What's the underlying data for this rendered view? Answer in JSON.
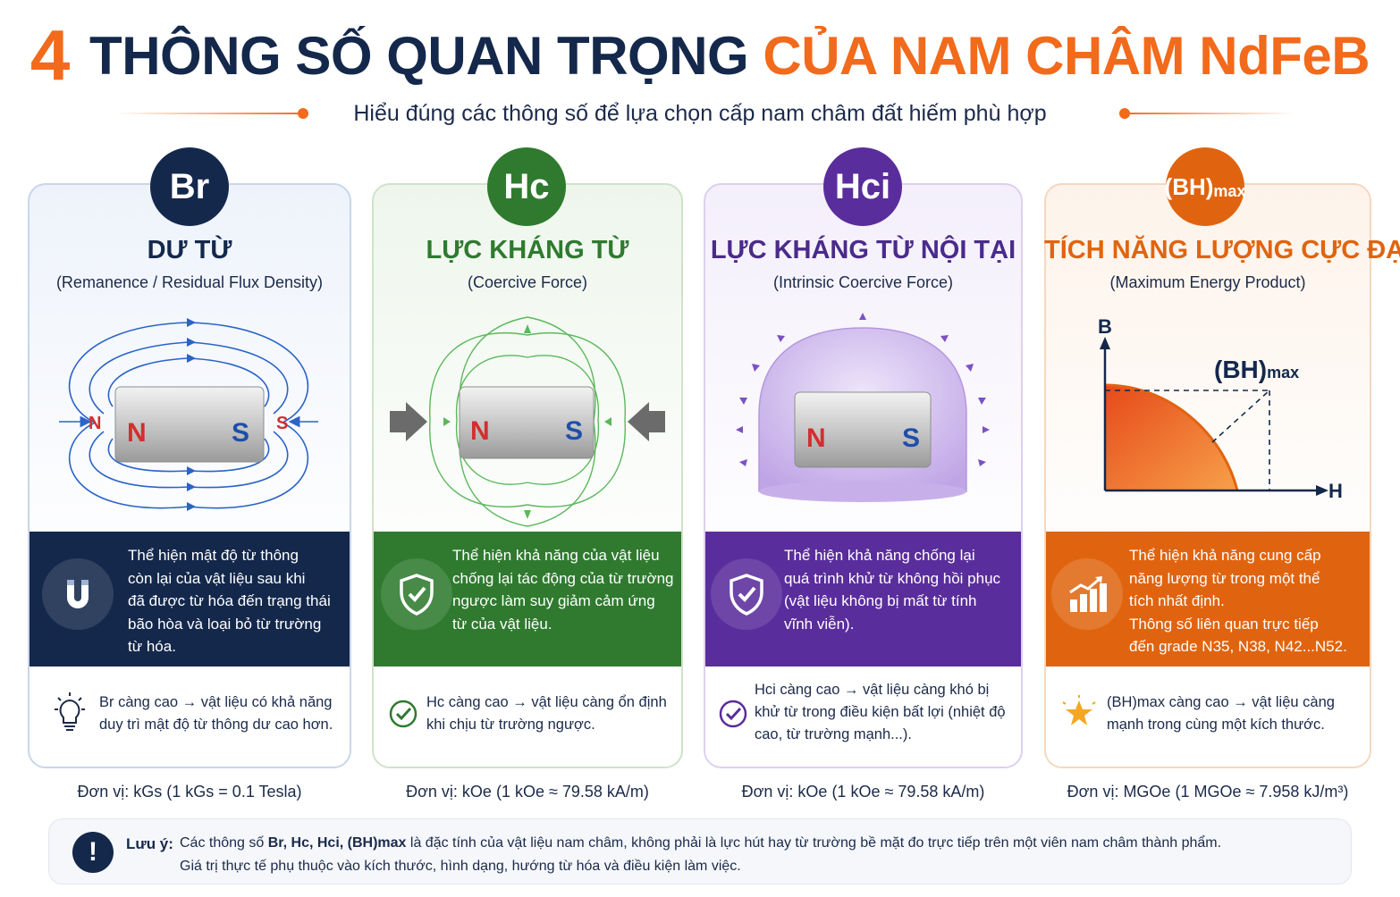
{
  "header": {
    "title_num": "4",
    "title_dark": "THÔNG SỐ QUAN TRỌNG",
    "title_orange": "CỦA NAM CHÂM NdFeB",
    "subtitle": "Hiểu đúng các thông số để lựa chọn cấp nam châm đất hiếm phù hợp"
  },
  "cards": [
    {
      "symbol": "Br",
      "title": "DƯ TỪ",
      "subtitle": "(Remanence / Residual Flux Density)",
      "pole_n": "N",
      "pole_s": "S",
      "description": [
        "Thể hiện mật độ từ thông",
        "còn lại của vật liệu sau khi",
        "đã được từ hóa đến trạng thái",
        "bão hòa và loại bỏ từ trường",
        "từ hóa."
      ],
      "tip": [
        "Br càng cao → vật liệu có khả năng",
        "duy trì mật độ từ thông dư cao hơn."
      ],
      "unit": "Đơn vị: kGs (1 kGs = 0.1 Tesla)",
      "color": "#14284b",
      "icon": "magnet-icon",
      "tip_icon": "lightbulb-icon"
    },
    {
      "symbol": "Hc",
      "title": "LỰC KHÁNG TỪ",
      "subtitle": "(Coercive Force)",
      "pole_n": "N",
      "pole_s": "S",
      "description": [
        "Thể hiện khả năng của vật liệu",
        "chống lại tác động của từ trường",
        "ngược làm suy giảm cảm ứng",
        "từ của vật liệu."
      ],
      "tip": [
        "Hc càng cao → vật liệu càng ổn định",
        "khi chịu từ trường ngược."
      ],
      "unit": "Đơn vị: kOe (1 kOe ≈ 79.58 kA/m)",
      "color": "#2f7a2f",
      "icon": "shield-icon",
      "tip_icon": "check-circle-icon"
    },
    {
      "symbol": "Hci",
      "title": "LỰC KHÁNG TỪ NỘI TẠI",
      "subtitle": "(Intrinsic Coercive Force)",
      "pole_n": "N",
      "pole_s": "S",
      "description": [
        "Thể hiện khả năng chống lại",
        "quá trình khử từ không hồi phục",
        "(vật liệu không bị mất từ tính",
        "vĩnh viễn)."
      ],
      "tip": [
        "Hci càng cao → vật liệu càng khó bị",
        "khử từ trong điều kiện bất lợi (nhiệt độ",
        "cao, từ trường mạnh...)."
      ],
      "unit": "Đơn vị: kOe (1 kOe ≈ 79.58 kA/m)",
      "color": "#5a2d9c",
      "icon": "shield-icon",
      "tip_icon": "check-circle-icon"
    },
    {
      "symbol_main": "(BH)",
      "symbol_sub": "max",
      "title": "TÍCH NĂNG LƯỢNG CỰC ĐẠI",
      "subtitle": "(Maximum Energy Product)",
      "axis_y": "B",
      "axis_x": "H",
      "curve_label_main": "(BH)",
      "curve_label_sub": "max",
      "description": [
        "Thể hiện khả năng cung cấp",
        "năng lượng từ trong một thể",
        "tích nhất định.",
        "Thông số liên quan trực tiếp",
        "đến grade N35, N38, N42...N52."
      ],
      "tip": [
        "(BH)max càng cao → vật liệu càng",
        "mạnh trong cùng một kích thước."
      ],
      "unit": "Đơn vị: MGOe (1 MGOe ≈ 7.958 kJ/m³)",
      "color": "#e0640f",
      "icon": "bar-chart-icon",
      "tip_icon": "star-icon"
    }
  ],
  "note": {
    "icon": "exclamation-icon",
    "label": "Lưu ý:",
    "line1_a": "Các thông số ",
    "line1_bold": "Br, Hc, Hci, (BH)max",
    "line1_b": " là đặc tính của vật liệu nam châm, không phải là lực hút hay từ trường bề mặt đo trực tiếp trên một viên nam châm thành phẩm.",
    "line2": "Giá trị thực tế phụ thuộc vào kích thước, hình dạng, hướng từ hóa và điều kiện làm việc."
  },
  "colors": {
    "accent": "#f26a1b",
    "navy": "#14284b",
    "green": "#2f7a2f",
    "purple": "#5a2d9c",
    "orange": "#e0640f"
  }
}
